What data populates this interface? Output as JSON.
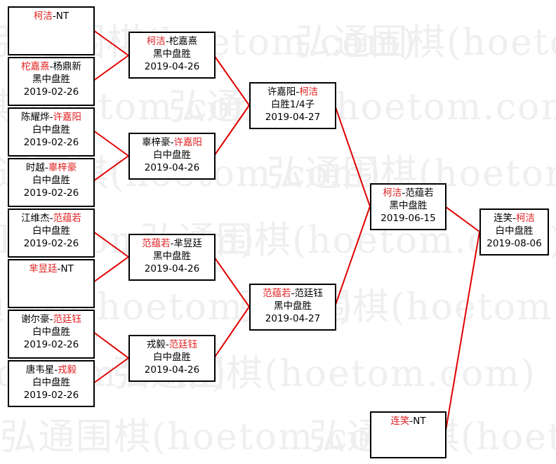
{
  "watermark": "弘通围棋(hoetom.com)",
  "matches": [
    {
      "id": "r1m1",
      "p1": "柯洁",
      "p2": "NT",
      "winner": 1,
      "result": "",
      "date": ""
    },
    {
      "id": "r1m2",
      "p1": "柁嘉熹",
      "p2": "杨鼎新",
      "winner": 1,
      "result": "黑中盘胜",
      "date": "2019-02-26"
    },
    {
      "id": "r1m3",
      "p1": "陈耀烨",
      "p2": "许嘉阳",
      "winner": 2,
      "result": "白中盘胜",
      "date": "2019-02-26"
    },
    {
      "id": "r1m4",
      "p1": "时越",
      "p2": "辜梓豪",
      "winner": 2,
      "result": "白中盘胜",
      "date": "2019-02-26"
    },
    {
      "id": "r1m5",
      "p1": "江维杰",
      "p2": "范蕴若",
      "winner": 2,
      "result": "白中盘胜",
      "date": "2019-02-26"
    },
    {
      "id": "r1m6",
      "p1": "芈昱廷",
      "p2": "NT",
      "winner": 1,
      "result": "",
      "date": ""
    },
    {
      "id": "r1m7",
      "p1": "谢尔豪",
      "p2": "范廷钰",
      "winner": 2,
      "result": "白中盘胜",
      "date": "2019-02-26"
    },
    {
      "id": "r1m8",
      "p1": "唐韦星",
      "p2": "戎毅",
      "winner": 2,
      "result": "白中盘胜",
      "date": "2019-02-26"
    },
    {
      "id": "r2m1",
      "p1": "柯洁",
      "p2": "柁嘉熹",
      "winner": 1,
      "result": "黑中盘胜",
      "date": "2019-04-26"
    },
    {
      "id": "r2m2",
      "p1": "辜梓豪",
      "p2": "许嘉阳",
      "winner": 2,
      "result": "白中盘胜",
      "date": "2019-04-26"
    },
    {
      "id": "r2m3",
      "p1": "范蕴若",
      "p2": "芈昱廷",
      "winner": 1,
      "result": "黑中盘胜",
      "date": "2019-04-26"
    },
    {
      "id": "r2m4",
      "p1": "戎毅",
      "p2": "范廷钰",
      "winner": 2,
      "result": "白中盘胜",
      "date": "2019-04-26"
    },
    {
      "id": "r3m1",
      "p1": "许嘉阳",
      "p2": "柯洁",
      "winner": 2,
      "result": "白胜1/4子",
      "date": "2019-04-27"
    },
    {
      "id": "r3m2",
      "p1": "范蕴若",
      "p2": "范廷钰",
      "winner": 1,
      "result": "黑中盘胜",
      "date": "2019-04-27"
    },
    {
      "id": "r4m1",
      "p1": "柯洁",
      "p2": "范蕴若",
      "winner": 1,
      "result": "黑中盘胜",
      "date": "2019-06-15"
    },
    {
      "id": "r4m2",
      "p1": "连笑",
      "p2": "NT",
      "winner": 1,
      "result": "",
      "date": ""
    },
    {
      "id": "final",
      "p1": "连笑",
      "p2": "柯洁",
      "winner": 2,
      "result": "白中盘胜",
      "date": "2019-08-06"
    }
  ]
}
